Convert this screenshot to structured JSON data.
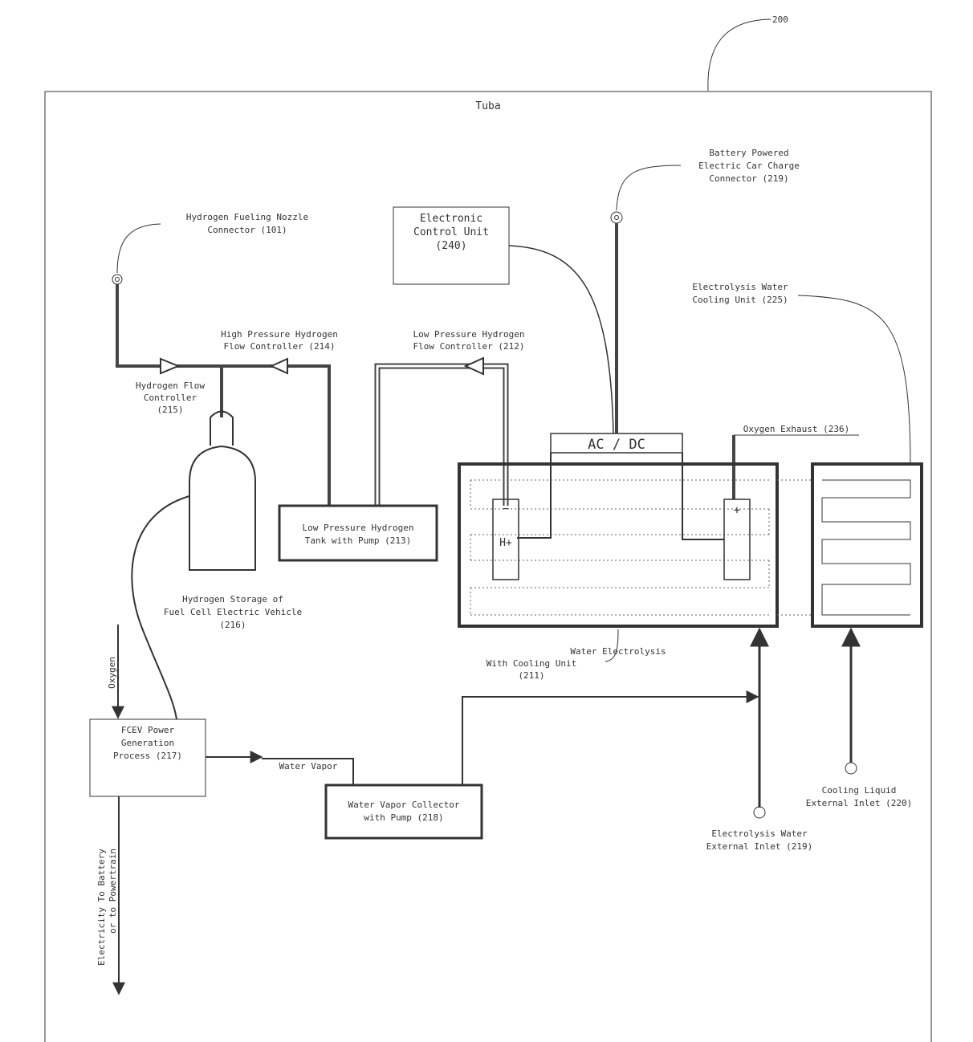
{
  "figure_ref": "200",
  "frame_title": "Tuba",
  "labels": {
    "nozzle": [
      "Hydrogen Fueling Nozzle",
      "Connector (101)"
    ],
    "ecu": [
      "Electronic",
      "Control Unit",
      "(240)"
    ],
    "charge_connector": [
      "Battery Powered",
      "Electric Car Charge",
      "Connector (219)"
    ],
    "cooling_unit": [
      "Electrolysis Water",
      "Cooling Unit (225)"
    ],
    "hp_controller": [
      "High Pressure Hydrogen",
      "Flow Controller (214)"
    ],
    "lp_controller": [
      "Low Pressure Hydrogen",
      "Flow Controller (212)"
    ],
    "h2_flow_controller": [
      "Hydrogen Flow",
      "Controller",
      "(215)"
    ],
    "oxygen_exhaust": "Oxygen Exhaust (236)",
    "acdc": "AC / DC",
    "lp_tank": [
      "Low Pressure Hydrogen",
      "Tank with Pump (213)"
    ],
    "h2_storage": [
      "Hydrogen Storage of",
      "Fuel Cell Electric Vehicle",
      "(216)"
    ],
    "electrolysis": [
      "Water Electrolysis",
      "With Cooling Unit",
      "(211)"
    ],
    "oxygen": "Oxygen",
    "fcev": [
      "FCEV Power",
      "Generation",
      "Process (217)"
    ],
    "water_vapor": "Water Vapor",
    "collector": [
      "Water Vapor Collector",
      "with Pump (218)"
    ],
    "electricity": [
      "Electricity To Battery",
      "or to Powertrain"
    ],
    "cooling_inlet": [
      "Cooling Liquid",
      "External Inlet (220)"
    ],
    "water_inlet": [
      "Electrolysis Water",
      "External Inlet (219)"
    ],
    "minus": "−",
    "plus": "+",
    "hplus": "H+"
  }
}
